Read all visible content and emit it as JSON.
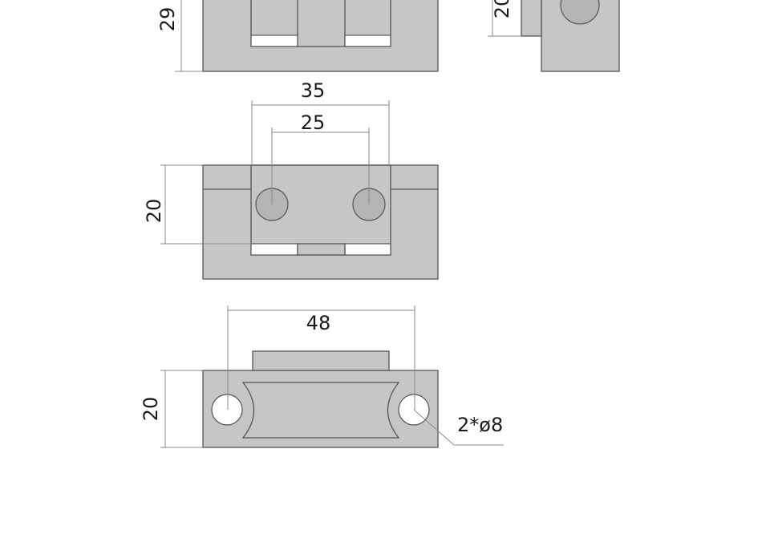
{
  "dimensions": {
    "top_height": "29",
    "side_height": "20",
    "front_outer_width": "35",
    "front_inner_width": "25",
    "front_height": "20",
    "bottom_hole_spacing": "48",
    "bottom_height": "20",
    "hole_callout": "2*ø8"
  }
}
